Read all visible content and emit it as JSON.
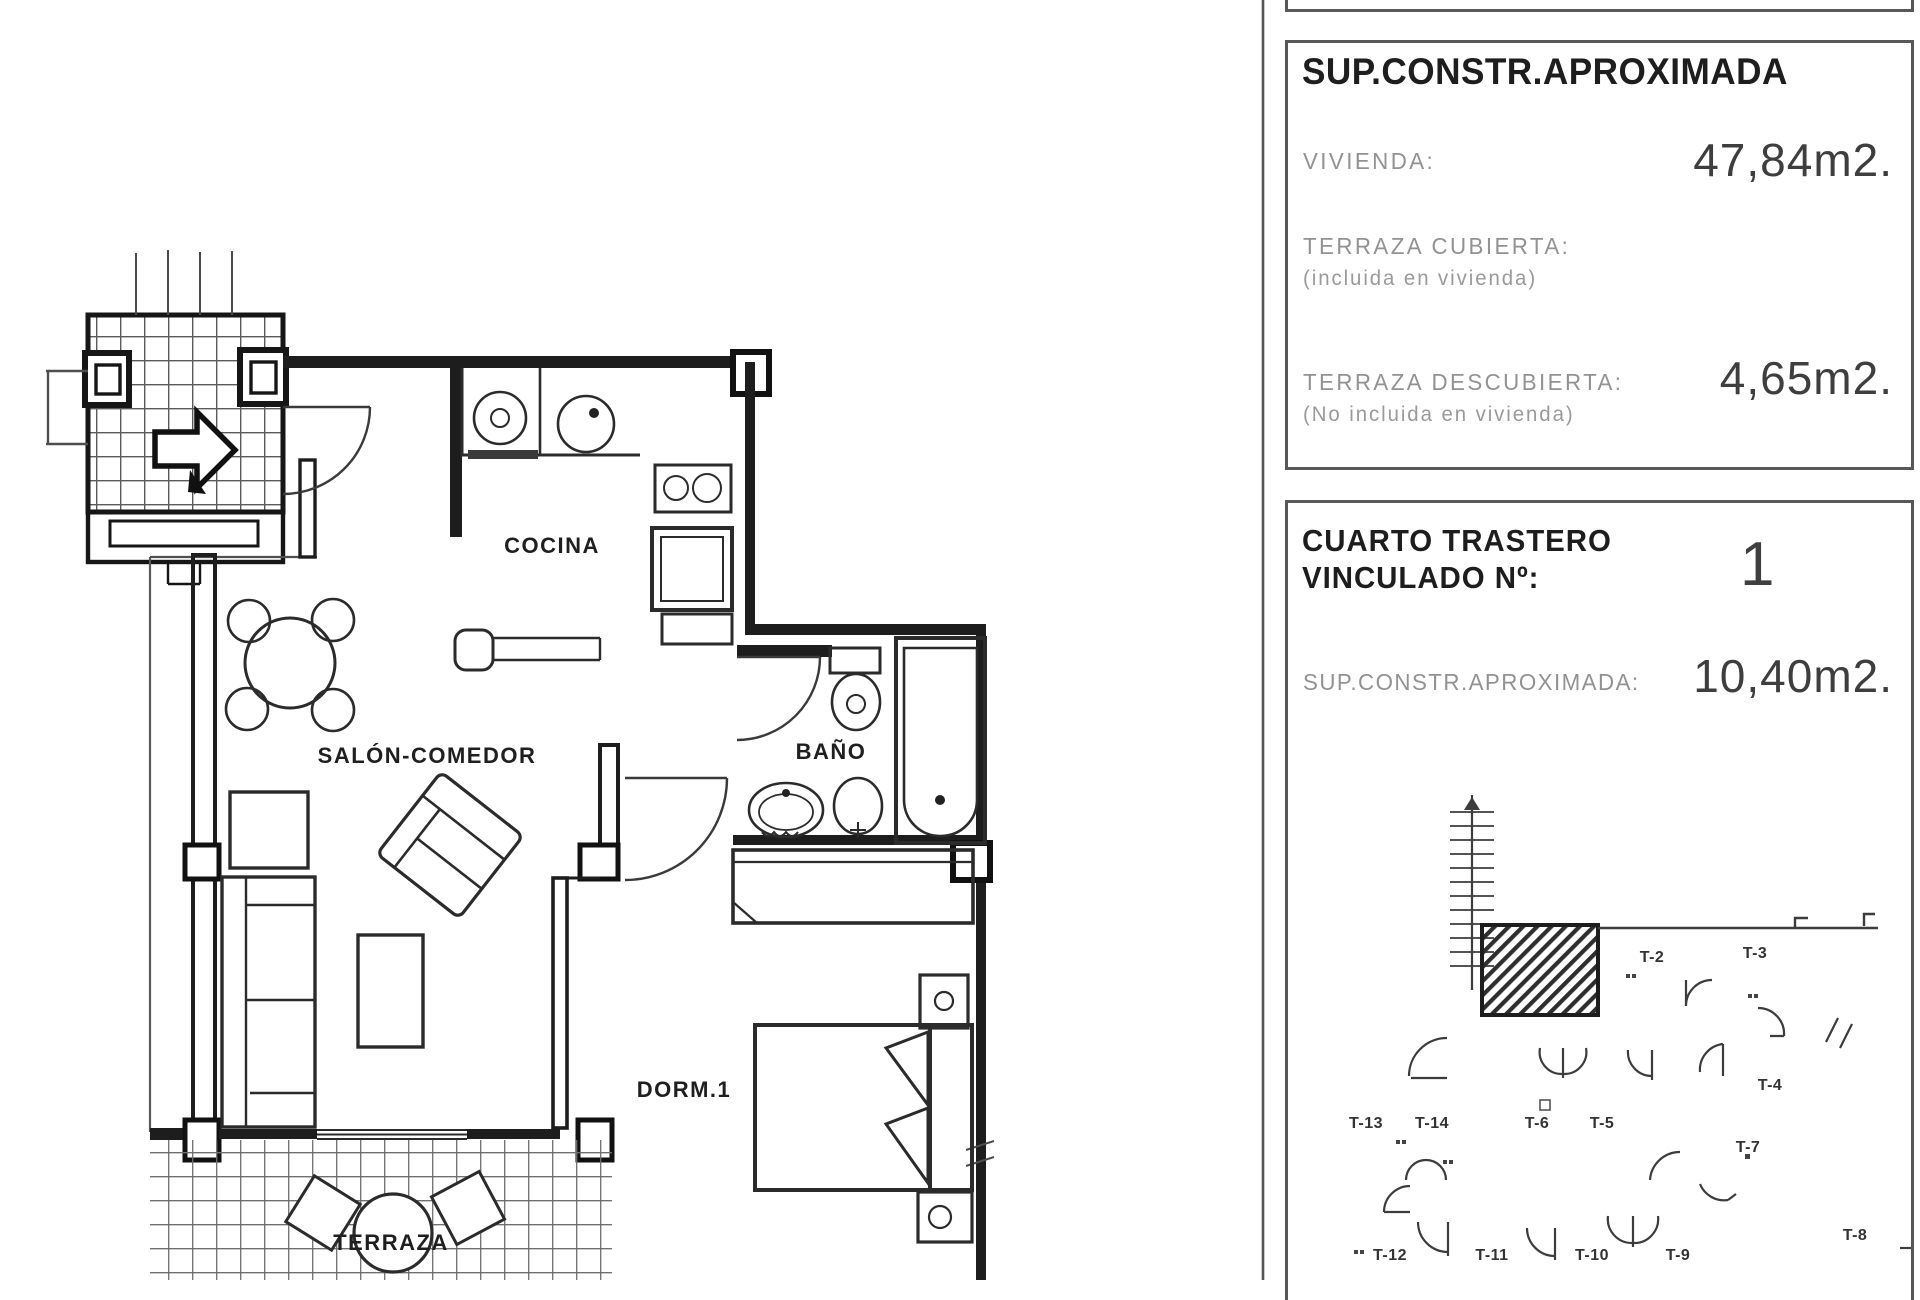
{
  "panel": {
    "box1": {
      "title": "SUP.CONSTR.APROXIMADA",
      "vivienda_label": "VIVIENDA:",
      "vivienda_value": "47,84m2.",
      "terraza_cubierta_label": "TERRAZA CUBIERTA:",
      "terraza_cubierta_note": "(incluida en vivienda)",
      "terraza_descubierta_label": "TERRAZA DESCUBIERTA:",
      "terraza_descubierta_value": "4,65m2.",
      "terraza_descubierta_note": "(No incluida en vivienda)"
    },
    "box2": {
      "line1": "CUARTO TRASTERO",
      "line2": "VINCULADO Nº:",
      "number": "1",
      "sup_label": "SUP.CONSTR.APROXIMADA:",
      "sup_value": "10,40m2."
    }
  },
  "plan": {
    "rooms": {
      "kitchen": "COCINA",
      "living": "SALÓN-COMEDOR",
      "bath": "BAÑO",
      "bedroom": "DORM.1",
      "terrace": "TERRAZA"
    }
  },
  "miniplan": {
    "units": [
      "T-2",
      "T-3",
      "T-4",
      "T-5",
      "T-6",
      "T-7",
      "T-8",
      "T-9",
      "T-10",
      "T-11",
      "T-12",
      "T-13",
      "T-14"
    ]
  }
}
